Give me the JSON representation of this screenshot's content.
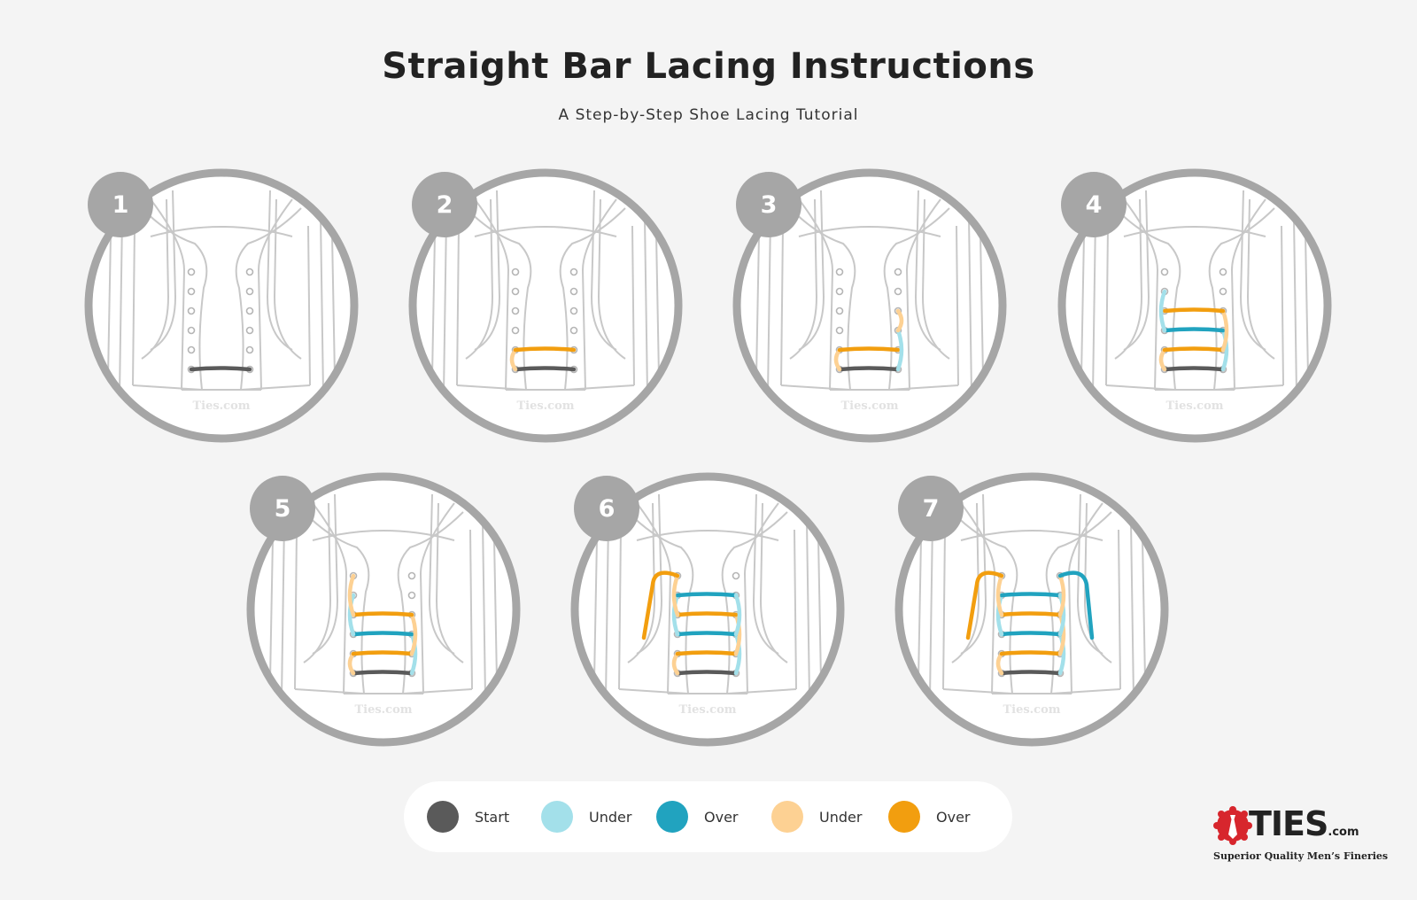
{
  "title": "Straight Bar Lacing Instructions",
  "subtitle": "A Step-by-Step Shoe Lacing Tutorial",
  "watermark": "Ties.com",
  "colors": {
    "start": "#5a5a5a",
    "under_blue": "#a3e0ea",
    "over_blue": "#21a3bf",
    "under_orange": "#fdd193",
    "over_orange": "#f29e0f",
    "frame": "#a6a6a6",
    "shoe_line": "#c8c8c8"
  },
  "steps": [
    {
      "number": "1"
    },
    {
      "number": "2"
    },
    {
      "number": "3"
    },
    {
      "number": "4"
    },
    {
      "number": "5"
    },
    {
      "number": "6"
    },
    {
      "number": "7"
    }
  ],
  "legend": [
    {
      "label": "Start",
      "color": "#5a5a5a"
    },
    {
      "label": "Under",
      "color": "#a3e0ea"
    },
    {
      "label": "Over",
      "color": "#21a3bf"
    },
    {
      "label": "Under",
      "color": "#fdd193"
    },
    {
      "label": "Over",
      "color": "#f29e0f"
    }
  ],
  "brand": {
    "name": "TIES",
    "tld": ".com",
    "tagline": "Superior Quality Men’s Fineries"
  }
}
